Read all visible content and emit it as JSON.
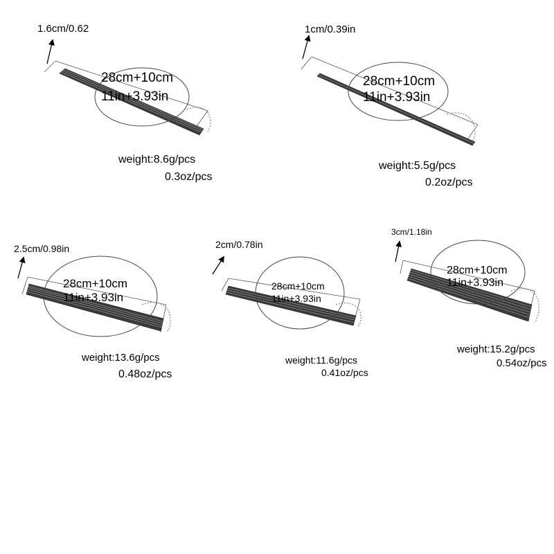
{
  "chokers": [
    {
      "width_label": "1.6cm/0.62",
      "length_cm": "28cm+10cm",
      "length_in": "11in+3.93in",
      "weight_g": "weight:8.6g/pcs",
      "weight_oz": "0.3oz/pcs"
    },
    {
      "width_label": "1cm/0.39in",
      "length_cm": "28cm+10cm",
      "length_in": "11in+3.93in",
      "weight_g": "weight:5.5g/pcs",
      "weight_oz": "0.2oz/pcs"
    },
    {
      "width_label": "2.5cm/0.98in",
      "length_cm": "28cm+10cm",
      "length_in": "11in+3.93in",
      "weight_g": "weight:13.6g/pcs",
      "weight_oz": "0.48oz/pcs"
    },
    {
      "width_label": "2cm/0.78in",
      "length_cm": "28cm+10cm",
      "length_in": "11in+3.93in",
      "weight_g": "weight:11.6g/pcs",
      "weight_oz": "0.41oz/pcs"
    },
    {
      "width_label": "3cm/1.18in",
      "length_cm": "28cm+10cm",
      "length_in": "11in+3.93in",
      "weight_g": "weight:15.2g/pcs",
      "weight_oz": "0.54oz/pcs"
    }
  ],
  "colors": {
    "band": "#3a3a3a",
    "band_grid": "#bdbdbd",
    "line": "#000000",
    "chain": "#9a9a9a"
  },
  "icons": [
    "width-arrow-icon",
    "dimension-line",
    "choker-band",
    "extension-chain"
  ]
}
